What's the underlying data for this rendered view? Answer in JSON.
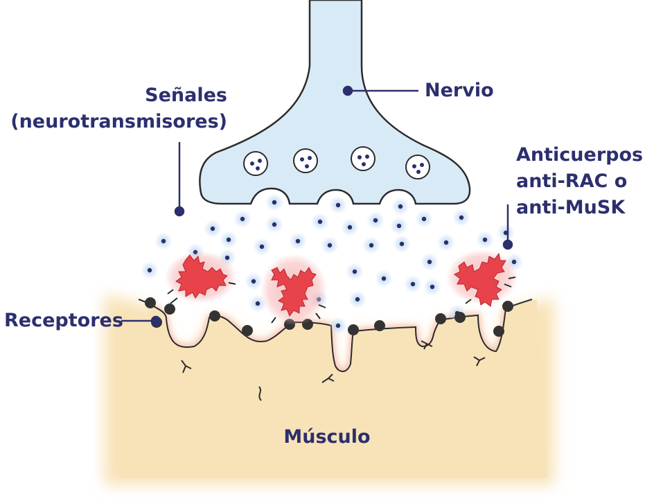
{
  "labels": {
    "nervio": "Nervio",
    "senales": [
      "Señales",
      "(neurotransmisores)"
    ],
    "anticuerpos": [
      "Anticuerpos",
      "anti-RAC o",
      "anti-MuSK"
    ],
    "receptores": "Receptores",
    "musculo": "Músculo"
  },
  "colors": {
    "label": "#2c2f6e",
    "nerve_fill": "#d9eaf7",
    "outline": "#2b2b2b",
    "muscle_fill": "#f8e3b8",
    "antibody": "#e8434b",
    "antibody_glow": "#f6b7b8",
    "neurotransmitter": "#2c2f6e",
    "neurotransmitter_glow": "#bcd7f2",
    "receptor": "#333333"
  },
  "icons": {
    "antibody": "y-shaped-spiky-antibody-icon",
    "receptor": "dark-circle-receptor-icon",
    "vesicle": "synaptic-vesicle-icon",
    "neurotransmitter": "dot-neurotransmitter-icon"
  }
}
